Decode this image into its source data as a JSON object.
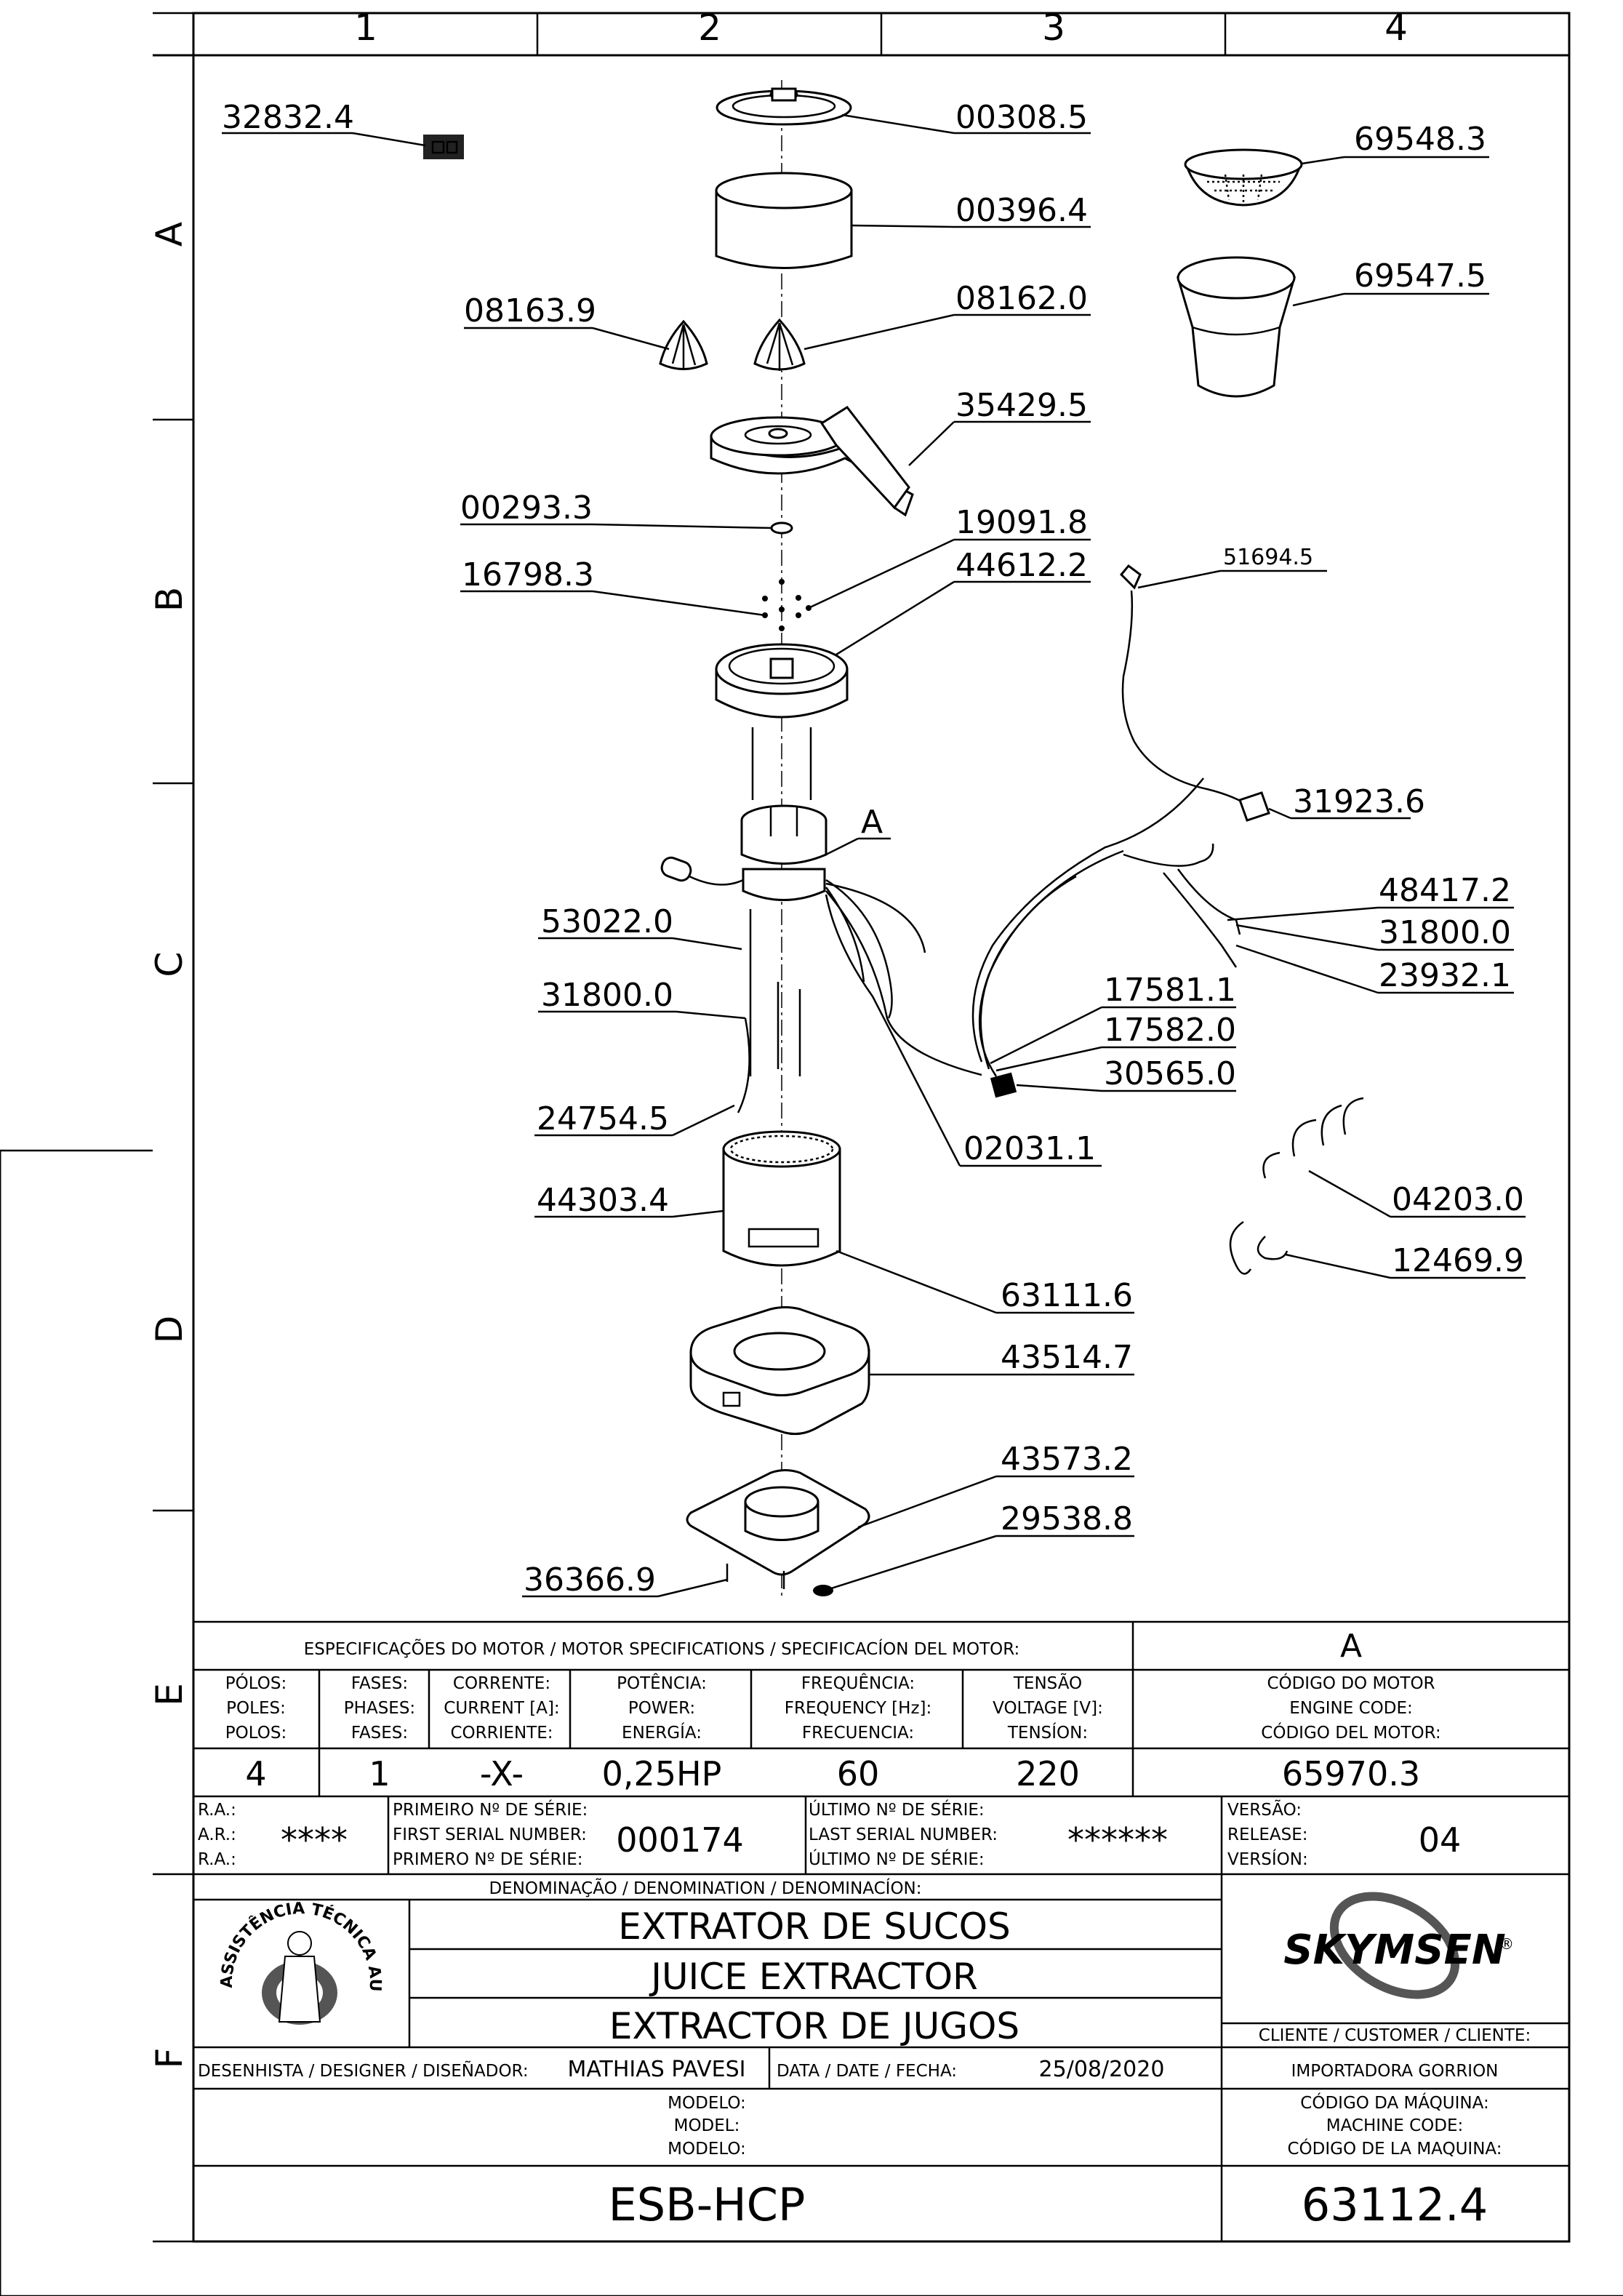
{
  "grid": {
    "columns": [
      "1",
      "2",
      "3",
      "4"
    ],
    "rows": [
      "A",
      "B",
      "C",
      "D",
      "E",
      "F"
    ]
  },
  "parts": {
    "p32832_4": "32832.4",
    "p00308_5": "00308.5",
    "p69548_3": "69548.3",
    "p00396_4": "00396.4",
    "p69547_5": "69547.5",
    "p08163_9": "08163.9",
    "p08162_0": "08162.0",
    "p35429_5": "35429.5",
    "p00293_3": "00293.3",
    "p19091_8": "19091.8",
    "p16798_3": "16798.3",
    "p44612_2": "44612.2",
    "p51694_5": "51694.5",
    "p31923_6": "31923.6",
    "detail_a": "A",
    "p48417_2": "48417.2",
    "p53022_0": "53022.0",
    "p31800_0a": "31800.0",
    "p23932_1": "23932.1",
    "p17581_1": "17581.1",
    "p31800_0b": "31800.0",
    "p17582_0": "17582.0",
    "p30565_0": "30565.0",
    "p24754_5": "24754.5",
    "p02031_1": "02031.1",
    "p44303_4": "44303.4",
    "p04203_0": "04203.0",
    "p12469_9": "12469.9",
    "p63111_6": "63111.6",
    "p43514_7": "43514.7",
    "p43573_2": "43573.2",
    "p29538_8": "29538.8",
    "p36366_9": "36366.9"
  },
  "motor": {
    "title": "ESPECIFICAÇÕES DO MOTOR / MOTOR SPECIFICATIONS / SPECIFICACÍON DEL MOTOR:",
    "detail": "A",
    "headers": [
      [
        "PÓLOS:",
        "POLES:",
        "POLOS:"
      ],
      [
        "FASES:",
        "PHASES:",
        "FASES:"
      ],
      [
        "CORRENTE:",
        "CURRENT [A]:",
        "CORRIENTE:"
      ],
      [
        "POTÊNCIA:",
        "POWER:",
        "ENERGÍA:"
      ],
      [
        "FREQUÊNCIA:",
        "FREQUENCY [Hz]:",
        "FRECUENCIA:"
      ],
      [
        "TENSÃO",
        "VOLTAGE [V]:",
        "TENSÍON:"
      ],
      [
        "CÓDIGO DO MOTOR",
        "ENGINE CODE:",
        "CÓDIGO DEL MOTOR:"
      ]
    ],
    "values": [
      "4",
      "1",
      "-X-",
      "0,25HP",
      "60",
      "220",
      "65970.3"
    ]
  },
  "serial": {
    "ra": [
      "R.A.:",
      "A.R.:",
      "R.A.:"
    ],
    "ra_value": "****",
    "first_label": [
      "PRIMEIRO Nº DE SÉRIE:",
      "FIRST SERIAL NUMBER:",
      "PRIMERO Nº DE SÉRIE:"
    ],
    "first_value": "000174",
    "last_label": [
      "ÚLTIMO Nº DE SÉRIE:",
      "LAST SERIAL NUMBER:",
      "ÚLTIMO Nº DE SÉRIE:"
    ],
    "last_value": "******",
    "version_label": [
      "VERSÃO:",
      "RELEASE:",
      "VERSÍON:"
    ],
    "version_value": "04"
  },
  "denomination": {
    "title": "DENOMINAÇÃO / DENOMINATION / DENOMINACÍON:",
    "names": [
      "EXTRATOR DE SUCOS",
      "JUICE EXTRACTOR",
      "EXTRACTOR DE JUGOS"
    ]
  },
  "stamp": {
    "text": "ASSISTÊNCIA TÉCNICA AUTORIZADA"
  },
  "brand": {
    "logo": "SKYMSEN",
    "mark": "®"
  },
  "customer": {
    "label": "CLIENTE / CUSTOMER / CLIENTE:",
    "value": "IMPORTADORA GORRION"
  },
  "designer": {
    "label": "DESENHISTA / DESIGNER / DISEÑADOR:",
    "value": "MATHIAS PAVESI"
  },
  "date": {
    "label": "DATA / DATE / FECHA:",
    "value": "25/08/2020"
  },
  "model": {
    "label": [
      "MODELO:",
      "MODEL:",
      "MODELO:"
    ],
    "value": "ESB-HCP"
  },
  "machine": {
    "label": [
      "CÓDIGO DA MÁQUINA:",
      "MACHINE CODE:",
      "CÓDIGO DE LA MAQUINA:"
    ],
    "value": "63112.4"
  }
}
